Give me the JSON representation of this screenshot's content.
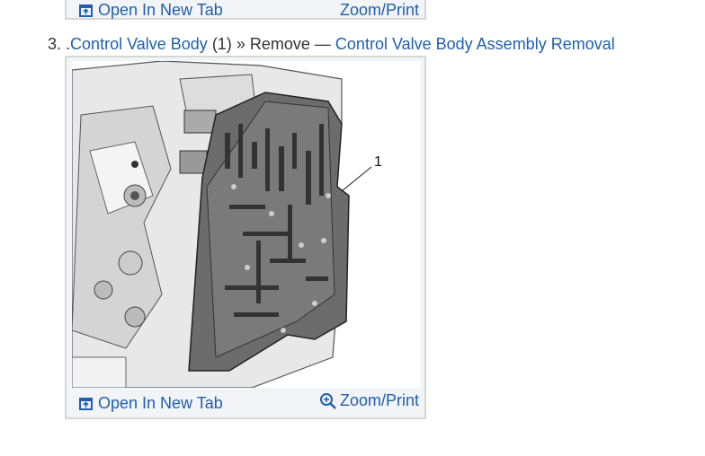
{
  "previous_figure": {
    "open_label": "Open In New Tab",
    "zoom_label": "Zoom/Print"
  },
  "step": {
    "number": "3.",
    "prefix": ".",
    "component_link": "Control Valve Body",
    "callout": "(1)",
    "separator": "»",
    "action": "Remove",
    "dash": "—",
    "procedure_link": "Control Valve Body Assembly Removal"
  },
  "figure": {
    "callout_label": "1",
    "open_label": "Open In New Tab",
    "zoom_label": "Zoom/Print",
    "icons": {
      "open": "open-new-tab-icon",
      "zoom": "magnifier-plus-icon"
    },
    "link_color": "#1f5fae"
  }
}
